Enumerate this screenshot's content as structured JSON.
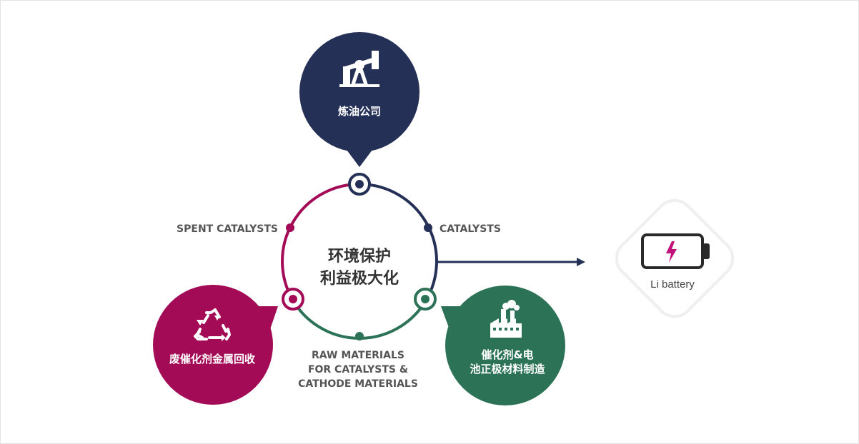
{
  "center": {
    "line1": "环境保护",
    "line2": "利益极大化"
  },
  "nodes": {
    "refinery": {
      "label": "炼油公司",
      "icon": "oil-pump-icon",
      "color": "#253057"
    },
    "recycling": {
      "label": "废催化剂金属回收",
      "icon": "recycle-icon",
      "color": "#a30b57"
    },
    "manufacturing": {
      "label_line1": "催化剂&电",
      "label_line2": "池正极材料制造",
      "icon": "factory-icon",
      "color": "#2b7256"
    }
  },
  "cycle_labels": {
    "spent": "SPENT CATALYSTS",
    "catalysts": "CATALYSTS",
    "raw_line1": "RAW MATERIALS",
    "raw_line2": "FOR CATALYSTS &",
    "raw_line3": "CATHODE MATERIALS"
  },
  "output": {
    "label": "Li battery",
    "icon": "battery-charging-icon",
    "accent": "#c0127a"
  }
}
